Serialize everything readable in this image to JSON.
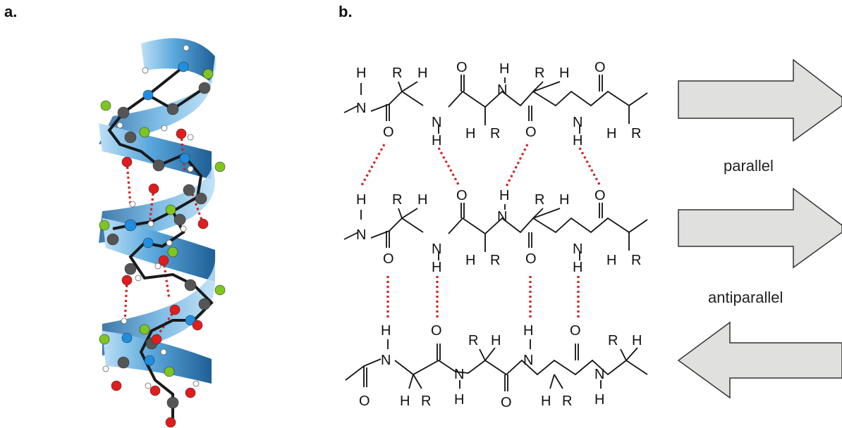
{
  "panels": {
    "a": "a.",
    "b": "b."
  },
  "labels": {
    "parallel": "parallel",
    "antiparallel": "antiparallel"
  },
  "atoms": {
    "H": "H",
    "N": "N",
    "O": "O",
    "R": "R"
  },
  "colors": {
    "ribbon": "#5aa8dd",
    "ribbon_dark": "#1f5f95",
    "carbon": "#555555",
    "nitrogen": "#1e8fe0",
    "oxygen": "#e01c1c",
    "sidechain": "#7fc520",
    "hydrogen": "#ffffff",
    "hbond": "#d21f1f",
    "arrow_fill": "#e0e0de",
    "arrow_stroke": "#333333"
  }
}
